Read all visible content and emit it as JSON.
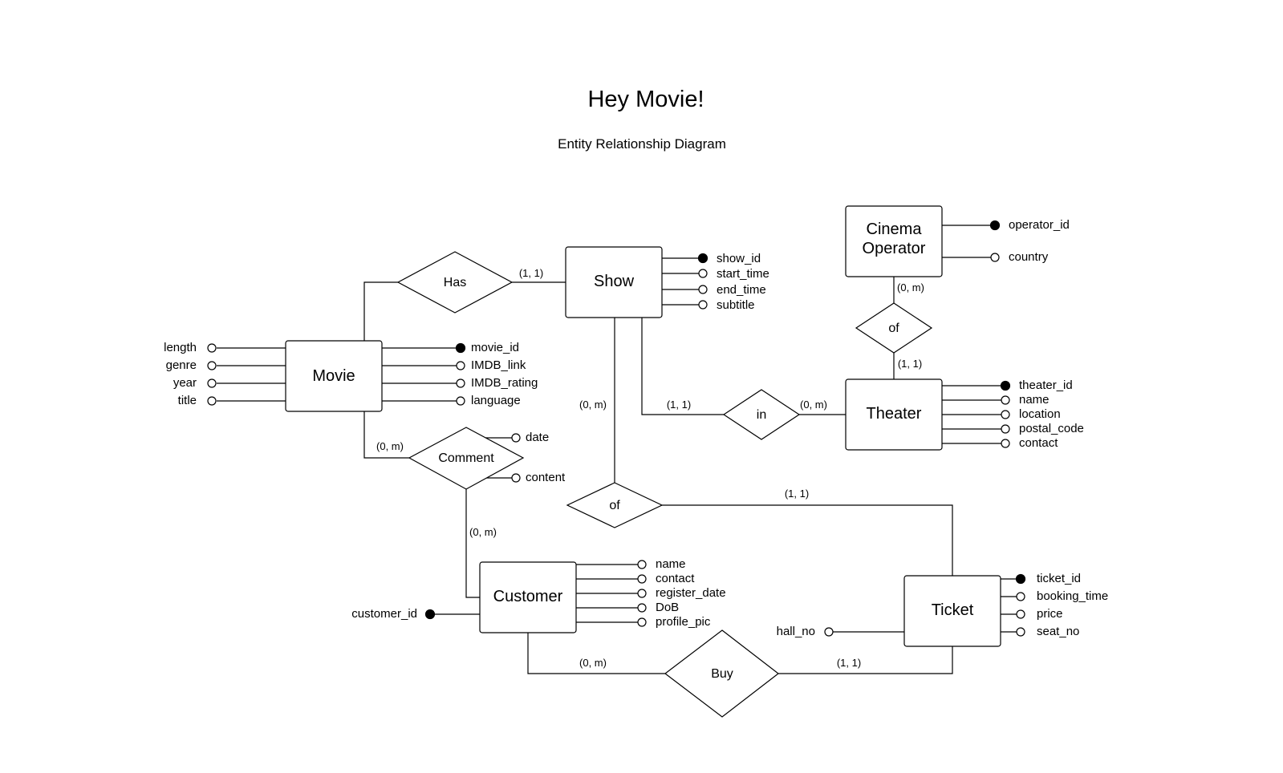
{
  "title": "Hey Movie!",
  "subtitle": "Entity Relationship Diagram",
  "entities": {
    "movie": "Movie",
    "show": "Show",
    "cinema_operator_line1": "Cinema",
    "cinema_operator_line2": "Operator",
    "theater": "Theater",
    "customer": "Customer",
    "ticket": "Ticket"
  },
  "relationships": {
    "has": "Has",
    "comment": "Comment",
    "in": "in",
    "of_operator": "of",
    "of_show": "of",
    "buy": "Buy"
  },
  "attributes": {
    "movie_left": [
      "length",
      "genre",
      "year",
      "title"
    ],
    "movie_right": [
      "movie_id",
      "IMDB_link",
      "IMDB_rating",
      "language"
    ],
    "show": [
      "show_id",
      "start_time",
      "end_time",
      "subtitle"
    ],
    "operator": [
      "operator_id",
      "country"
    ],
    "theater": [
      "theater_id",
      "name",
      "location",
      "postal_code",
      "contact"
    ],
    "comment": [
      "date",
      "content"
    ],
    "customer": [
      "name",
      "contact",
      "register_date",
      "DoB",
      "profile_pic"
    ],
    "customer_key": "customer_id",
    "ticket": [
      "ticket_id",
      "booking_time",
      "price",
      "seat_no"
    ],
    "ticket_left": "hall_no"
  },
  "cardinalities": {
    "has_show": "(1, 1)",
    "movie_comment": "(0, m)",
    "comment_customer": "(0, m)",
    "show_of": "(0, m)",
    "show_in": "(1, 1)",
    "in_theater": "(0, m)",
    "operator_of": "(0, m)",
    "of_theater": "(1, 1)",
    "of_ticket": "(1, 1)",
    "customer_buy": "(0, m)",
    "buy_ticket": "(1, 1)"
  },
  "legend": {
    "key_marker": "filled-circle",
    "attribute_marker": "hollow-circle"
  }
}
